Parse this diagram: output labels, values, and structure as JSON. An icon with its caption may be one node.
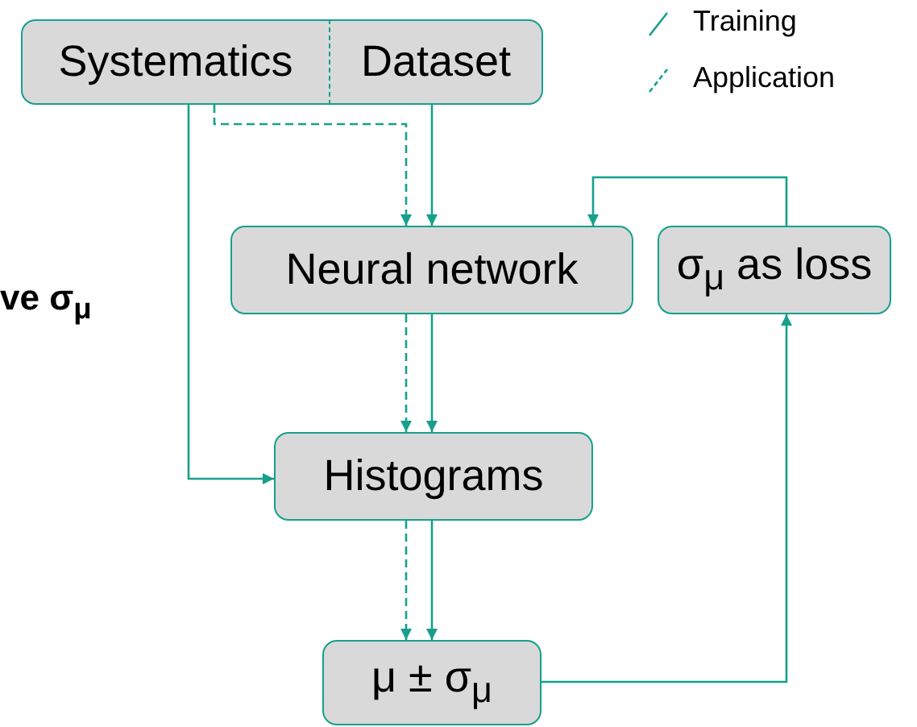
{
  "diagram": {
    "nodes": [
      {
        "text": [
          "Systematics"
        ]
      },
      {
        "text": [
          "Dataset"
        ]
      },
      {
        "text": [
          "Neural network"
        ]
      },
      {
        "text": [
          "σ$_{μ}$ as loss"
        ]
      },
      {
        "text": [
          "Histograms"
        ]
      },
      {
        "text": [
          "μ ± σ$_{μ}$"
        ]
      }
    ],
    "edges": [
      {
        "from": 0,
        "to": 4,
        "arrow": "to"
      },
      {
        "from": 0,
        "to": 2,
        "arrow": "to",
        "style": "dashed"
      },
      {
        "from": 1,
        "to": 2,
        "arrow": "to"
      },
      {
        "from": 2,
        "to": 4,
        "arrow": "to",
        "style": "dashed"
      },
      {
        "from": 2,
        "to": 4,
        "arrow": "to"
      },
      {
        "from": 4,
        "to": 5,
        "arrow": "to",
        "style": "dashed"
      },
      {
        "from": 4,
        "to": 5,
        "arrow": "to"
      },
      {
        "from": 5,
        "to": 3,
        "arrow": "to"
      },
      {
        "from": 3,
        "to": 2,
        "arrow": "to"
      }
    ],
    "labels": [
      "ve σ$_{μ}$"
    ],
    "legend": [
      {
        "text": "Training"
      },
      {
        "text": "Application"
      }
    ]
  }
}
